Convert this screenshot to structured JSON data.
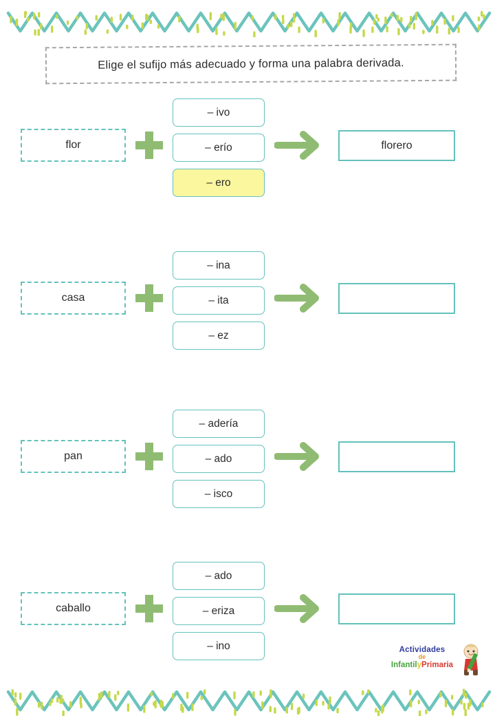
{
  "page": {
    "instruction": "Elige el sufijo más adecuado y forma una palabra derivada."
  },
  "colors": {
    "teal": "#63c1bb",
    "zigzag_teal": "#6bc4bc",
    "zigzag_lime": "#c5d94a",
    "sage_green": "#8fbc72",
    "highlight_yellow": "#faf79e",
    "dashed_gray": "#a6a6a6",
    "text": "#2b2b2b"
  },
  "icons": {
    "plus": "plus-icon",
    "arrow": "arrow-right-icon",
    "mascot": "child-with-pencil-icon"
  },
  "exercises": [
    {
      "base_word": "flor",
      "suffixes": [
        {
          "label": "– ivo",
          "highlighted": false
        },
        {
          "label": "– erío",
          "highlighted": false
        },
        {
          "label": "– ero",
          "highlighted": true
        }
      ],
      "answer": "florero"
    },
    {
      "base_word": "casa",
      "suffixes": [
        {
          "label": "– ina",
          "highlighted": false
        },
        {
          "label": "– ita",
          "highlighted": false
        },
        {
          "label": "– ez",
          "highlighted": false
        }
      ],
      "answer": ""
    },
    {
      "base_word": "pan",
      "suffixes": [
        {
          "label": "– adería",
          "highlighted": false
        },
        {
          "label": "– ado",
          "highlighted": false
        },
        {
          "label": "– isco",
          "highlighted": false
        }
      ],
      "answer": ""
    },
    {
      "base_word": "caballo",
      "suffixes": [
        {
          "label": "– ado",
          "highlighted": false
        },
        {
          "label": "– eriza",
          "highlighted": false
        },
        {
          "label": "– ino",
          "highlighted": false
        }
      ],
      "answer": ""
    }
  ],
  "brand": {
    "line1": "Actividades",
    "line2": "de",
    "infantil": "Infantil",
    "y": "y",
    "primaria": "Primaria"
  }
}
